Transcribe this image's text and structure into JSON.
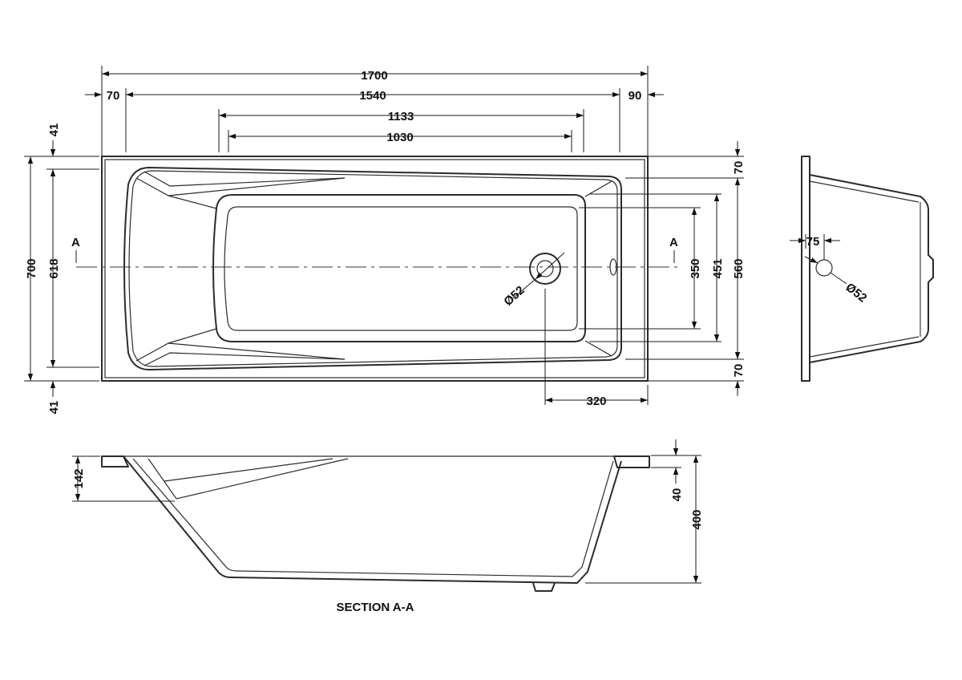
{
  "plan": {
    "width_overall": "1700",
    "left_rim": "70",
    "inner_length": "1540",
    "right_rim": "90",
    "floor_top": "1133",
    "floor_bottom": "1030",
    "rim_top": "41",
    "rim_bottom": "41",
    "overall_width": "700",
    "inner_width": "618",
    "ledge_top": "70",
    "ledge_bottom": "70",
    "floor_350": "350",
    "floor_451": "451",
    "floor_560": "560",
    "waste_offset": "320",
    "waste_diameter": "Ø52",
    "section_marker_left": "A",
    "section_marker_right": "A"
  },
  "end_view": {
    "waste_offset": "75",
    "waste_diameter": "Ø52"
  },
  "section": {
    "title": "SECTION A-A",
    "slope_depth": "142",
    "rim_depth": "40",
    "total_depth": "400"
  }
}
